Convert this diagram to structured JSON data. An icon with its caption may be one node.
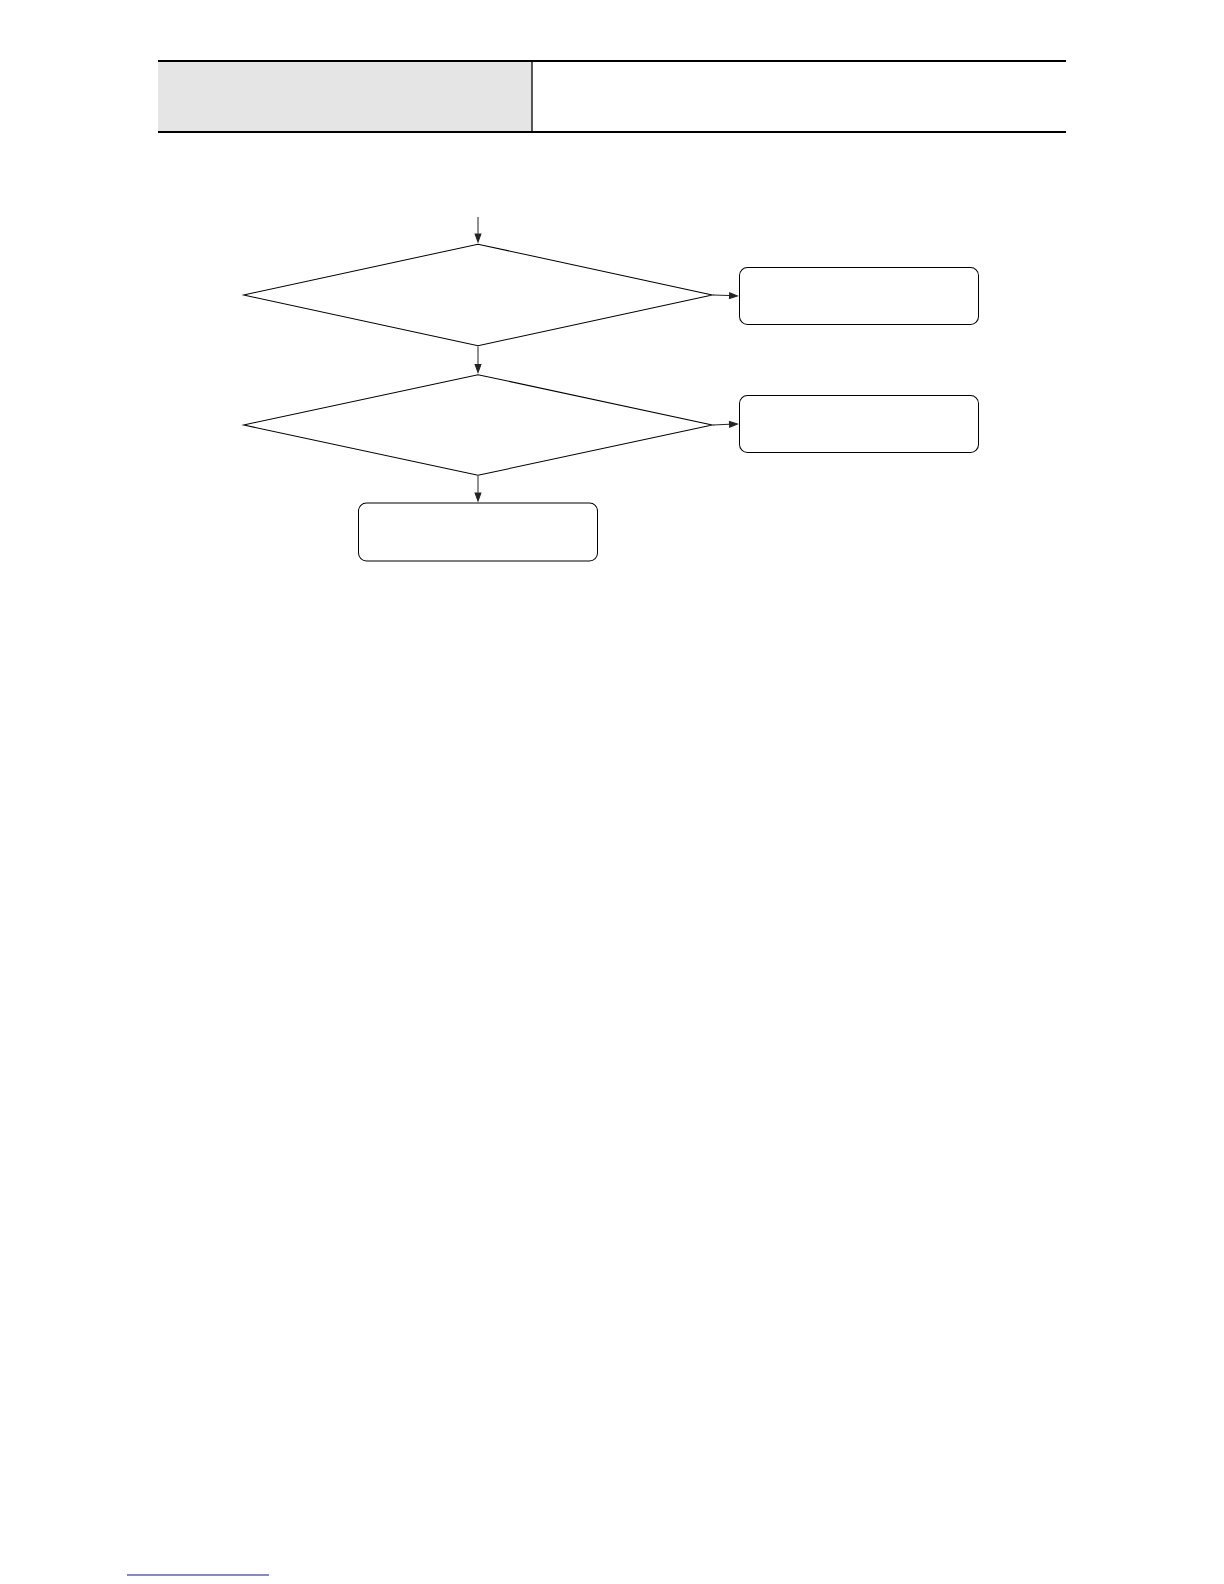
{
  "diagram": {
    "nodes": [
      {
        "text": [],
        "shape": "diamond"
      },
      {
        "text": [],
        "shape": "box"
      },
      {
        "text": [],
        "shape": "diamond"
      },
      {
        "text": [],
        "shape": "box"
      },
      {
        "text": [],
        "shape": "box"
      }
    ],
    "edges": [
      {
        "from": null,
        "to": 0,
        "arrow": "to"
      },
      {
        "from": 0,
        "to": 1,
        "arrow": "to"
      },
      {
        "from": 0,
        "to": 2,
        "arrow": "to"
      },
      {
        "from": 2,
        "to": 3,
        "arrow": "to"
      },
      {
        "from": 2,
        "to": 4,
        "arrow": "to"
      }
    ]
  }
}
